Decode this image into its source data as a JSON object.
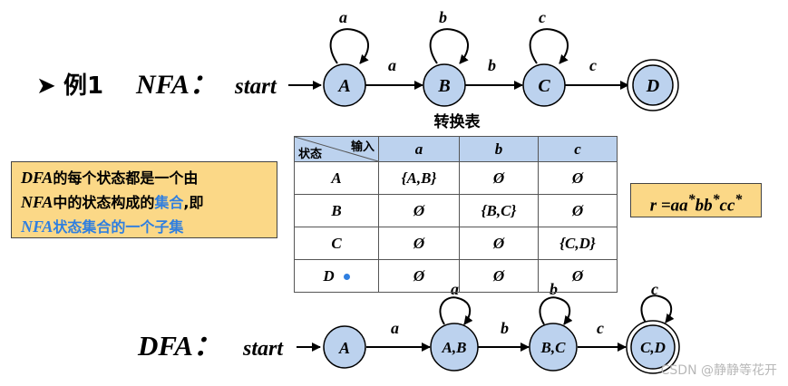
{
  "example_label": "例1",
  "nfa": {
    "label": "NFA：",
    "start": "start",
    "states": [
      "A",
      "B",
      "C",
      "D"
    ],
    "loops": [
      "a",
      "b",
      "c"
    ],
    "edges": [
      "a",
      "b",
      "c"
    ]
  },
  "table": {
    "title": "转换表",
    "header_input": "输入",
    "header_state": "状态",
    "columns": [
      "a",
      "b",
      "c"
    ],
    "rows": [
      {
        "state": "A",
        "cells": [
          "{A,B}",
          "Ø",
          "Ø"
        ]
      },
      {
        "state": "B",
        "cells": [
          "Ø",
          "{B,C}",
          "Ø"
        ]
      },
      {
        "state": "C",
        "cells": [
          "Ø",
          "Ø",
          "{C,D}"
        ]
      },
      {
        "state": "D",
        "cells": [
          "Ø",
          "Ø",
          "Ø"
        ]
      }
    ]
  },
  "note": {
    "l1_term": "DFA",
    "l1_rest": "的每个状态都是一个由",
    "l2_term": "NFA",
    "l2_mid": "中的状态构成的",
    "l2_blue": "集合",
    "l2_tail": ",即",
    "l3_term": "NFA",
    "l3_rest": "状态集合的一个子集"
  },
  "regex": {
    "lhs": "r =",
    "parts": [
      {
        "base": "aa",
        "sup": "*"
      },
      {
        "base": "bb",
        "sup": "*"
      },
      {
        "base": "cc",
        "sup": "*"
      }
    ]
  },
  "dfa": {
    "label": "DFA：",
    "start": "start",
    "states": [
      "A",
      "A,B",
      "B,C",
      "C,D"
    ],
    "loops": [
      "a",
      "b",
      "c"
    ],
    "edges": [
      "a",
      "b",
      "c"
    ]
  },
  "watermark": "CSDN @静静等花开",
  "colors": {
    "state_fill": "#bcd2ee",
    "note_fill": "#fbd887",
    "accent_blue": "#2f7fe0"
  }
}
